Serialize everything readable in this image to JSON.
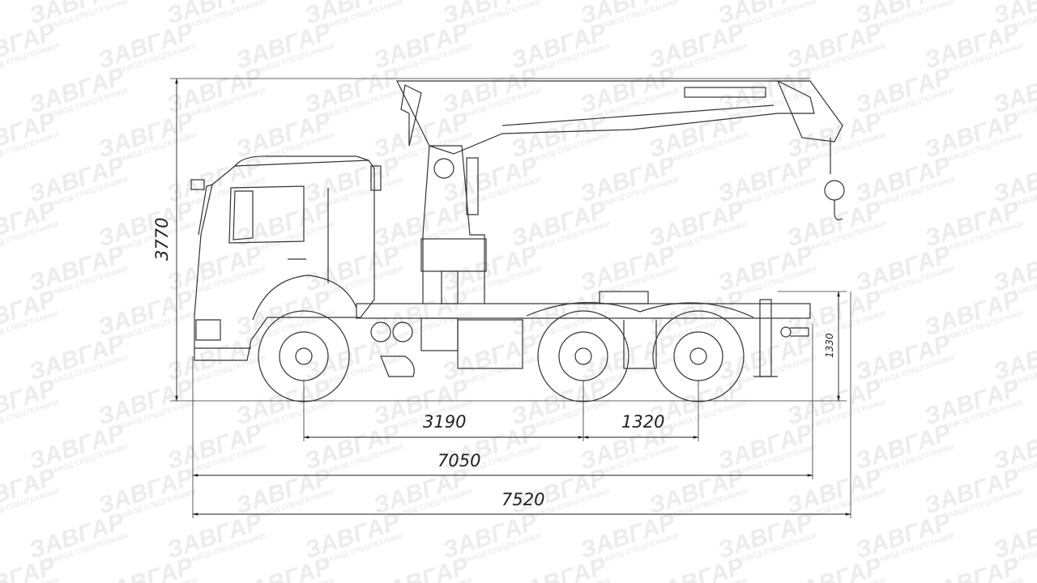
{
  "watermark": {
    "brand": "ЗАВГАР",
    "tagline": "ЗАВОД СПЕЦТЕХНИКИ"
  },
  "dimensions": {
    "overall_height": "3770",
    "wheelbase_front": "3190",
    "rear_axle_spacing": "1320",
    "length_frame": "7050",
    "overall_length": "7520",
    "fifth_wheel_height": "1330"
  },
  "colors": {
    "line": "#333333",
    "watermark": "#ececec"
  }
}
